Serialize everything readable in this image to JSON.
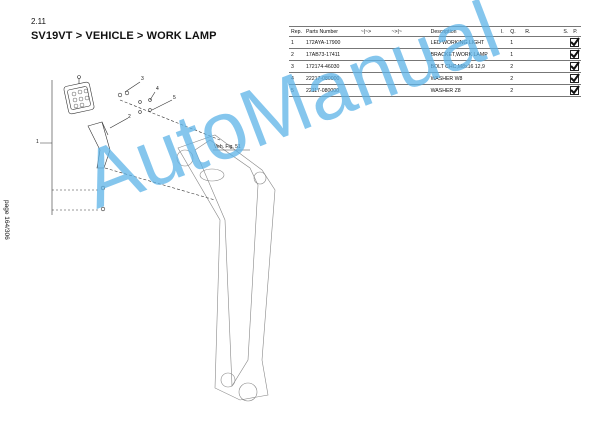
{
  "section": {
    "number": "2.11"
  },
  "page_title": "SV19VT > VEHICLE > WORK LAMP",
  "side_page_label": "page 164/306",
  "parts_table": {
    "headers": [
      "Rep.",
      "Parts Number",
      "~|~>",
      "~>|~",
      "Description",
      "I.",
      "Q.",
      "R.",
      "S.",
      "P."
    ],
    "rows": [
      {
        "rep": "1",
        "part_number": "172AYA-17900",
        "description": "LED WORKING LIGHT",
        "qty": "1",
        "checked": true
      },
      {
        "rep": "2",
        "part_number": "17AB73-17411",
        "description": "BRACKET,WORK LAMP",
        "qty": "1",
        "checked": true
      },
      {
        "rep": "3",
        "part_number": "172174-46030",
        "description": "BOLT CHC,M8x16 12,9",
        "qty": "2",
        "checked": true
      },
      {
        "rep": "4",
        "part_number": "22217-080000",
        "description": "WASHER W8",
        "qty": "2",
        "checked": true
      },
      {
        "rep": "5",
        "part_number": "22117-080000",
        "description": "WASHER Z8",
        "qty": "2",
        "checked": true
      }
    ]
  },
  "diagram": {
    "callouts": [
      "1",
      "2",
      "3",
      "4",
      "5"
    ],
    "reference_note": "Veh. Fig. 51"
  },
  "watermark": "AutoManual",
  "icons": {
    "checkbox": "checkbox-checked-icon"
  }
}
